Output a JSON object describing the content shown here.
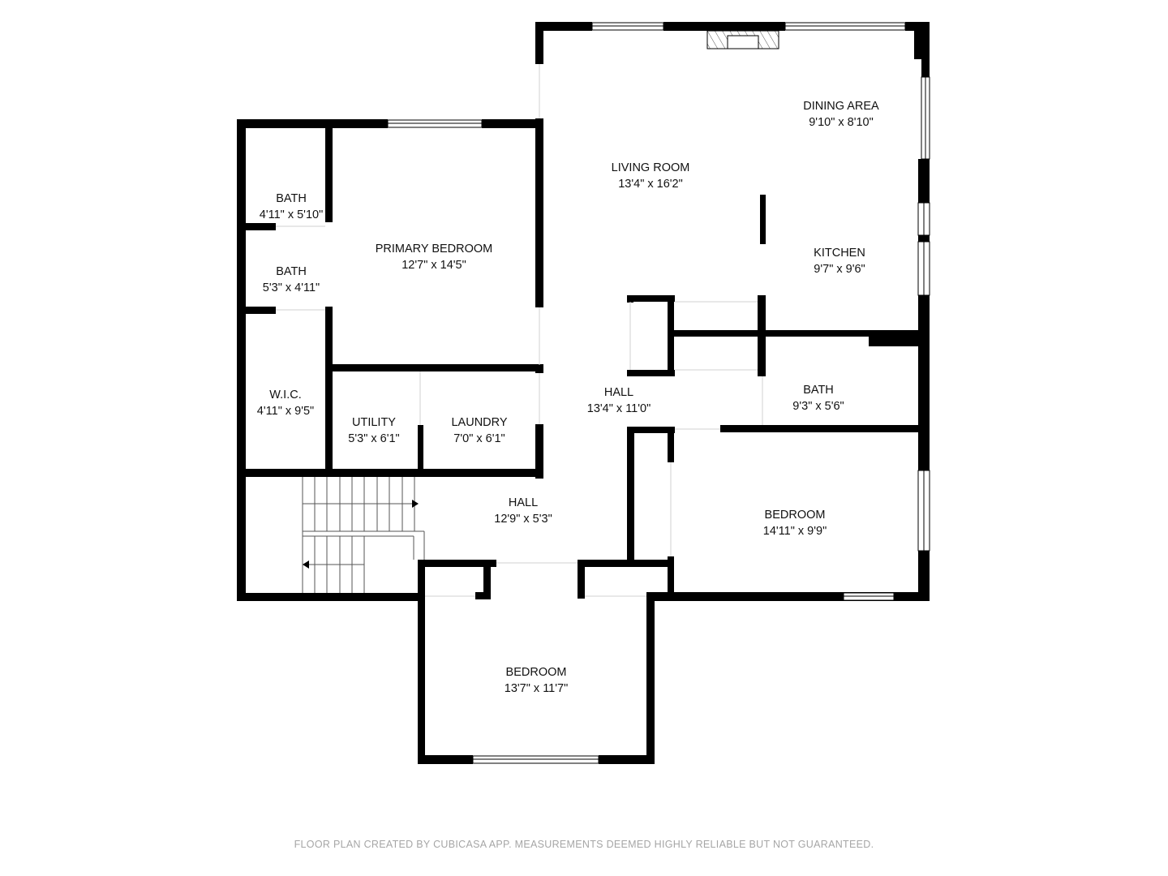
{
  "floorplan": {
    "rooms": [
      {
        "name": "BATH",
        "dims": "4'11\" x 5'10\""
      },
      {
        "name": "BATH",
        "dims": "5'3\" x 4'11\""
      },
      {
        "name": "PRIMARY BEDROOM",
        "dims": "12'7\" x 14'5\""
      },
      {
        "name": "W.I.C.",
        "dims": "4'11\" x 9'5\""
      },
      {
        "name": "UTILITY",
        "dims": "5'3\" x 6'1\""
      },
      {
        "name": "LAUNDRY",
        "dims": "7'0\" x 6'1\""
      },
      {
        "name": "LIVING ROOM",
        "dims": "13'4\" x 16'2\""
      },
      {
        "name": "DINING AREA",
        "dims": "9'10\" x 8'10\""
      },
      {
        "name": "KITCHEN",
        "dims": "9'7\" x 9'6\""
      },
      {
        "name": "HALL",
        "dims": "13'4\" x 11'0\""
      },
      {
        "name": "BATH",
        "dims": "9'3\" x 5'6\""
      },
      {
        "name": "HALL",
        "dims": "12'9\" x 5'3\""
      },
      {
        "name": "BEDROOM",
        "dims": "14'11\" x 9'9\""
      },
      {
        "name": "BEDROOM",
        "dims": "13'7\" x 11'7\""
      }
    ],
    "wall_color": "#000000",
    "background_color": "#ffffff"
  },
  "footer": {
    "disclaimer": "FLOOR PLAN CREATED BY CUBICASA APP. MEASUREMENTS DEEMED HIGHLY RELIABLE BUT NOT GUARANTEED."
  }
}
